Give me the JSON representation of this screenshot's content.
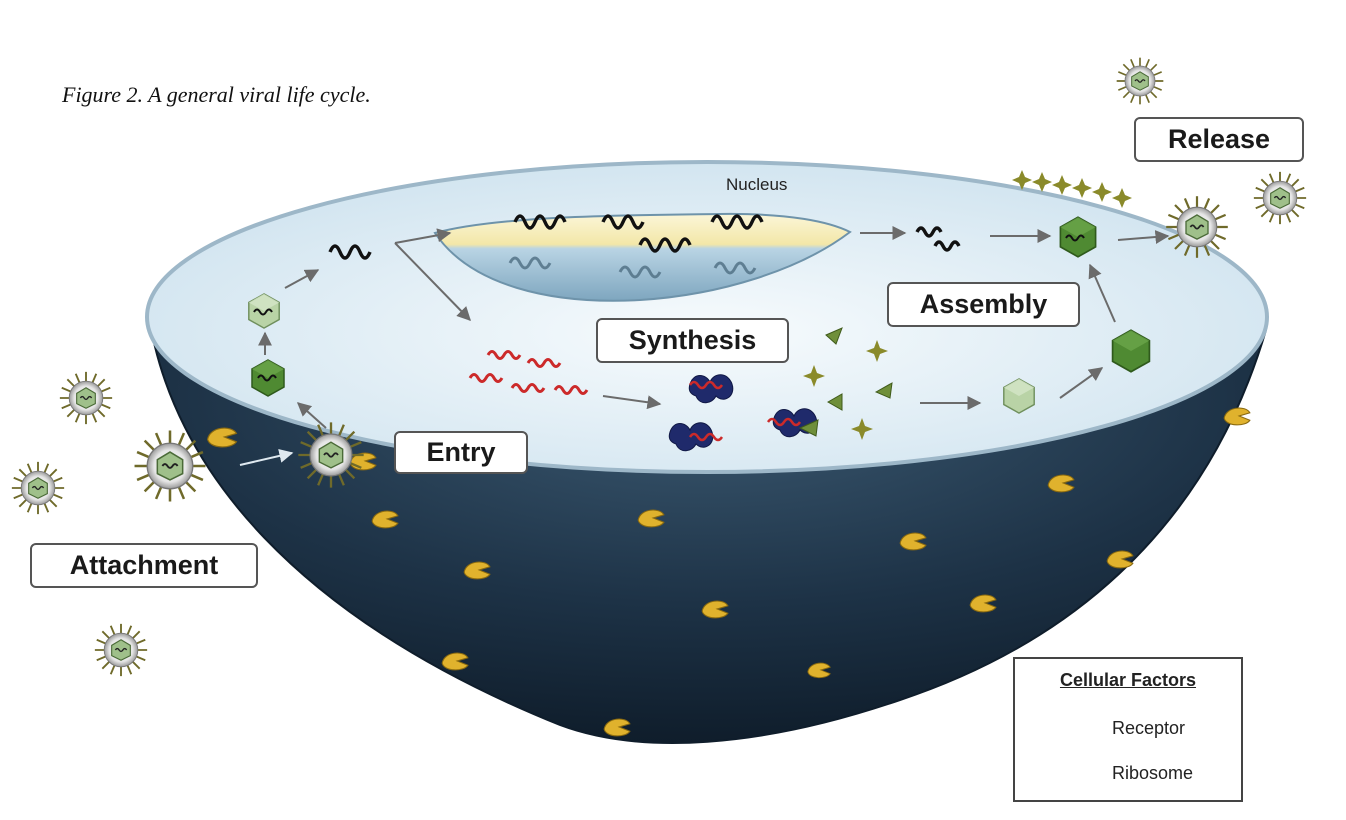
{
  "figure": {
    "caption": "Figure 2. A general viral life cycle."
  },
  "stages": {
    "attachment": "Attachment",
    "entry": "Entry",
    "synthesis": "Synthesis",
    "assembly": "Assembly",
    "release": "Release"
  },
  "cell": {
    "nucleus_label": "Nucleus"
  },
  "legend": {
    "title": "Cellular Factors",
    "items": [
      {
        "label": "Receptor",
        "icon": "receptor-icon"
      },
      {
        "label": "Ribosome",
        "icon": "ribosome-icon"
      }
    ]
  },
  "colors": {
    "cell_body": "#1f3447",
    "cytoplasm": "#eaf4fa",
    "nucleus": "#a9c8d9",
    "receptor": "#e0b22d",
    "ribosome": "#1f2a6b",
    "mrna": "#cc2a2a",
    "capsid": "#4f8a32",
    "capsid_light": "#b9d3a6"
  }
}
